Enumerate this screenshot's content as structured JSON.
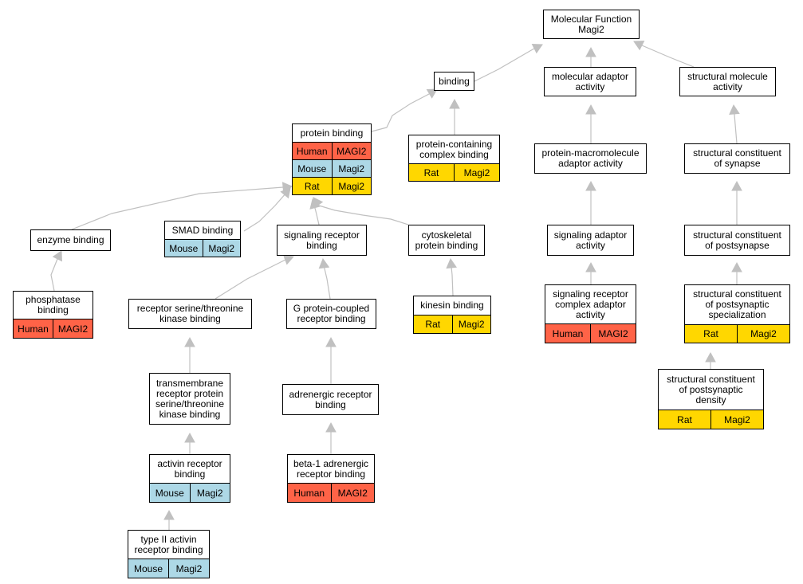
{
  "colors": {
    "Human": "#ff6347",
    "Mouse": "#add8e6",
    "Rat": "#ffd700",
    "edge": "#c0c0c0"
  },
  "nodes": [
    {
      "id": "molecular-function",
      "label": "Molecular Function\nMagi2",
      "rows": []
    },
    {
      "id": "binding",
      "label": "binding",
      "rows": []
    },
    {
      "id": "molecular-adaptor-activity",
      "label": "molecular adaptor\nactivity",
      "rows": []
    },
    {
      "id": "structural-molecule-activity",
      "label": "structural molecule\nactivity",
      "rows": []
    },
    {
      "id": "protein-binding",
      "label": "protein binding",
      "rows": [
        {
          "species": "Human",
          "gene": "MAGI2"
        },
        {
          "species": "Mouse",
          "gene": "Magi2"
        },
        {
          "species": "Rat",
          "gene": "Magi2"
        }
      ]
    },
    {
      "id": "protein-containing-complex-binding",
      "label": "protein-containing\ncomplex binding",
      "rows": [
        {
          "species": "Rat",
          "gene": "Magi2"
        }
      ]
    },
    {
      "id": "protein-macromolecule-adaptor-activity",
      "label": "protein-macromolecule\nadaptor activity",
      "rows": []
    },
    {
      "id": "structural-constituent-of-synapse",
      "label": "structural constituent\nof synapse",
      "rows": []
    },
    {
      "id": "enzyme-binding",
      "label": "enzyme binding",
      "rows": []
    },
    {
      "id": "smad-binding",
      "label": "SMAD binding",
      "rows": [
        {
          "species": "Mouse",
          "gene": "Magi2"
        }
      ]
    },
    {
      "id": "signaling-receptor-binding",
      "label": "signaling receptor\nbinding",
      "rows": []
    },
    {
      "id": "cytoskeletal-protein-binding",
      "label": "cytoskeletal\nprotein binding",
      "rows": []
    },
    {
      "id": "signaling-adaptor-activity",
      "label": "signaling adaptor\nactivity",
      "rows": []
    },
    {
      "id": "structural-constituent-of-postsynapse",
      "label": "structural constituent\nof postsynapse",
      "rows": []
    },
    {
      "id": "phosphatase-binding",
      "label": "phosphatase\nbinding",
      "rows": [
        {
          "species": "Human",
          "gene": "MAGI2"
        }
      ]
    },
    {
      "id": "receptor-serine-threonine-kinase-binding",
      "label": "receptor serine/threonine\nkinase binding",
      "rows": []
    },
    {
      "id": "g-protein-coupled-receptor-binding",
      "label": "G protein-coupled\nreceptor binding",
      "rows": []
    },
    {
      "id": "kinesin-binding",
      "label": "kinesin binding",
      "rows": [
        {
          "species": "Rat",
          "gene": "Magi2"
        }
      ]
    },
    {
      "id": "signaling-receptor-complex-adaptor-activity",
      "label": "signaling receptor\ncomplex adaptor\nactivity",
      "rows": [
        {
          "species": "Human",
          "gene": "MAGI2"
        }
      ]
    },
    {
      "id": "structural-constituent-of-postsynaptic-specialization",
      "label": "structural constituent\nof postsynaptic\nspecialization",
      "rows": [
        {
          "species": "Rat",
          "gene": "Magi2"
        }
      ]
    },
    {
      "id": "transmembrane-receptor-protein-serine-threonine-kinase-binding",
      "label": "transmembrane\nreceptor protein\nserine/threonine\nkinase binding",
      "rows": []
    },
    {
      "id": "adrenergic-receptor-binding",
      "label": "adrenergic receptor\nbinding",
      "rows": []
    },
    {
      "id": "structural-constituent-of-postsynaptic-density",
      "label": "structural constituent\nof postsynaptic\ndensity",
      "rows": [
        {
          "species": "Rat",
          "gene": "Magi2"
        }
      ]
    },
    {
      "id": "activin-receptor-binding",
      "label": "activin receptor\nbinding",
      "rows": [
        {
          "species": "Mouse",
          "gene": "Magi2"
        }
      ]
    },
    {
      "id": "beta-1-adrenergic-receptor-binding",
      "label": "beta-1 adrenergic\nreceptor binding",
      "rows": [
        {
          "species": "Human",
          "gene": "MAGI2"
        }
      ]
    },
    {
      "id": "type-ii-activin-receptor-binding",
      "label": "type II activin\nreceptor binding",
      "rows": [
        {
          "species": "Mouse",
          "gene": "Magi2"
        }
      ]
    }
  ],
  "edges": [
    {
      "from": "binding",
      "to": "molecular-function"
    },
    {
      "from": "molecular-adaptor-activity",
      "to": "molecular-function"
    },
    {
      "from": "structural-molecule-activity",
      "to": "molecular-function"
    },
    {
      "from": "protein-binding",
      "to": "binding"
    },
    {
      "from": "protein-containing-complex-binding",
      "to": "binding"
    },
    {
      "from": "protein-macromolecule-adaptor-activity",
      "to": "molecular-adaptor-activity"
    },
    {
      "from": "structural-constituent-of-synapse",
      "to": "structural-molecule-activity"
    },
    {
      "from": "enzyme-binding",
      "to": "protein-binding"
    },
    {
      "from": "smad-binding",
      "to": "protein-binding"
    },
    {
      "from": "signaling-receptor-binding",
      "to": "protein-binding"
    },
    {
      "from": "cytoskeletal-protein-binding",
      "to": "protein-binding"
    },
    {
      "from": "signaling-adaptor-activity",
      "to": "protein-macromolecule-adaptor-activity"
    },
    {
      "from": "structural-constituent-of-postsynapse",
      "to": "structural-constituent-of-synapse"
    },
    {
      "from": "phosphatase-binding",
      "to": "enzyme-binding"
    },
    {
      "from": "receptor-serine-threonine-kinase-binding",
      "to": "signaling-receptor-binding"
    },
    {
      "from": "g-protein-coupled-receptor-binding",
      "to": "signaling-receptor-binding"
    },
    {
      "from": "kinesin-binding",
      "to": "cytoskeletal-protein-binding"
    },
    {
      "from": "signaling-receptor-complex-adaptor-activity",
      "to": "signaling-adaptor-activity"
    },
    {
      "from": "structural-constituent-of-postsynaptic-specialization",
      "to": "structural-constituent-of-postsynapse"
    },
    {
      "from": "transmembrane-receptor-protein-serine-threonine-kinase-binding",
      "to": "receptor-serine-threonine-kinase-binding"
    },
    {
      "from": "adrenergic-receptor-binding",
      "to": "g-protein-coupled-receptor-binding"
    },
    {
      "from": "structural-constituent-of-postsynaptic-density",
      "to": "structural-constituent-of-postsynaptic-specialization"
    },
    {
      "from": "activin-receptor-binding",
      "to": "transmembrane-receptor-protein-serine-threonine-kinase-binding"
    },
    {
      "from": "beta-1-adrenergic-receptor-binding",
      "to": "adrenergic-receptor-binding"
    },
    {
      "from": "type-ii-activin-receptor-binding",
      "to": "activin-receptor-binding"
    }
  ]
}
